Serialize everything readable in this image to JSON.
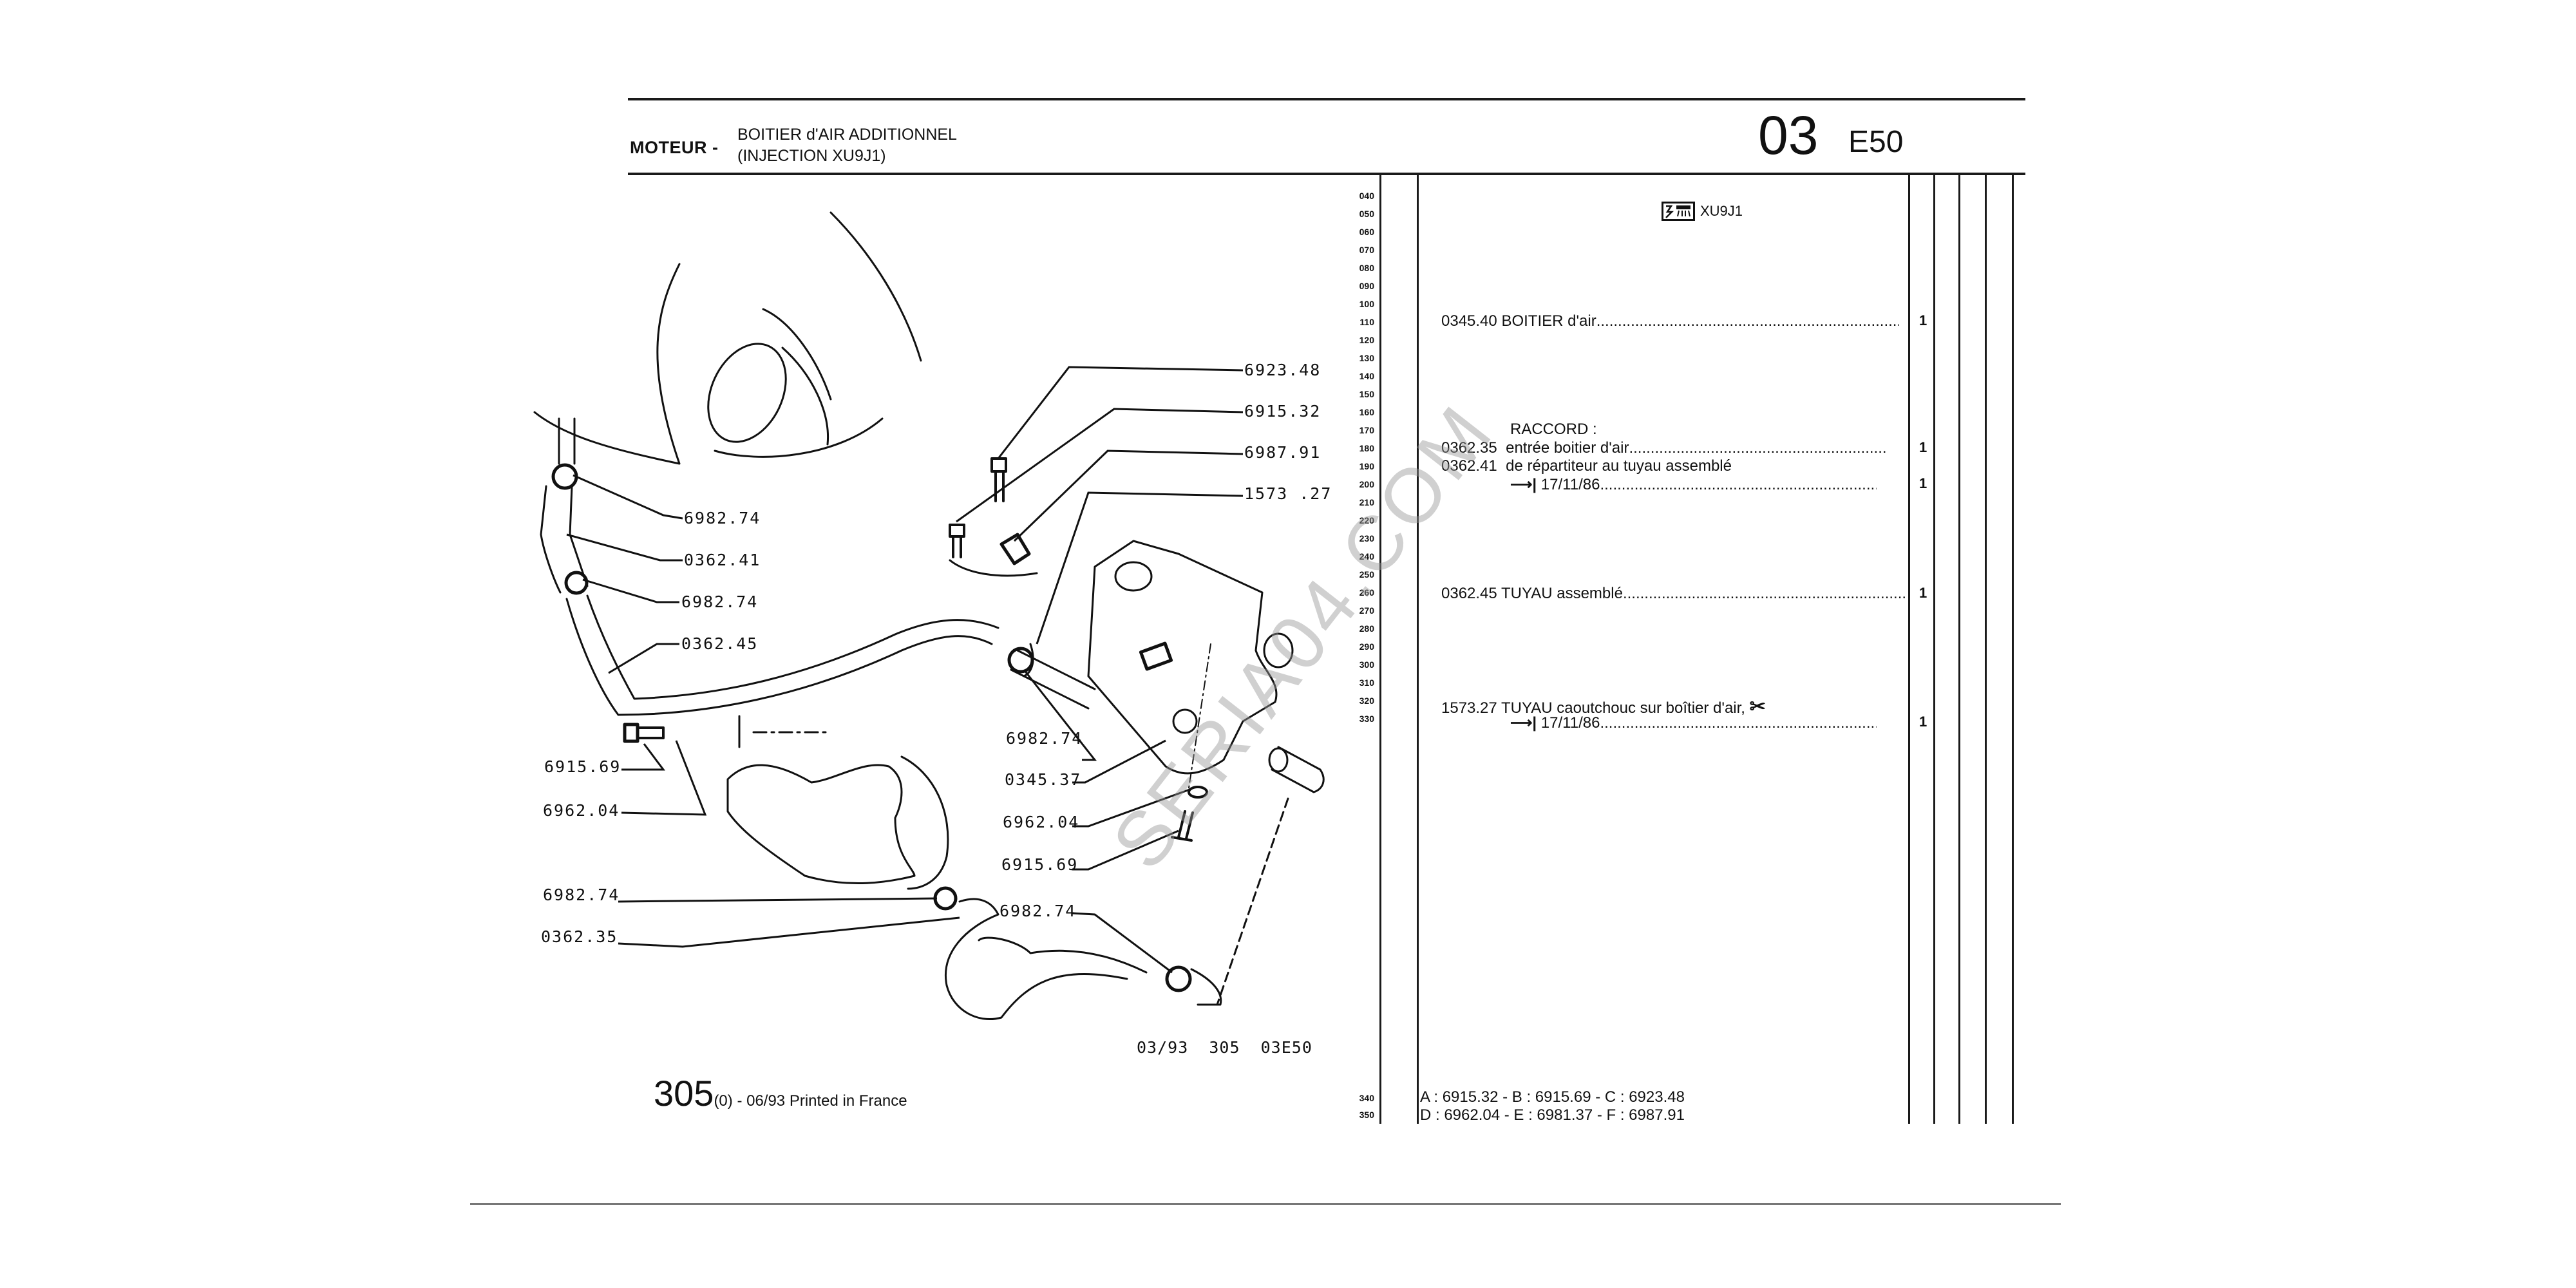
{
  "header": {
    "section": "MOTEUR -",
    "title_line1": "BOITIER d'AIR ADDITIONNEL",
    "title_line2": "(INJECTION XU9J1)",
    "group_number": "03",
    "plate_code": "E50"
  },
  "row_numbers": [
    "040",
    "050",
    "060",
    "070",
    "080",
    "090",
    "100",
    "110",
    "120",
    "130",
    "140",
    "150",
    "160",
    "170",
    "180",
    "190",
    "200",
    "210",
    "220",
    "230",
    "240",
    "250",
    "260",
    "270",
    "280",
    "290",
    "300",
    "310",
    "320",
    "330"
  ],
  "row_numbers_bottom": [
    "340",
    "350"
  ],
  "parts_list": {
    "engine_icon": "injection-engine-icon",
    "engine_label": "XU9J1",
    "items": [
      {
        "ref": "0345.40",
        "label": "BOITIER d'air",
        "qty": "1"
      },
      {
        "ref": "",
        "label": "RACCORD :",
        "qty": ""
      },
      {
        "ref": "0362.35",
        "label": "entrée boitier d'air",
        "qty": "1"
      },
      {
        "ref": "0362.41",
        "label": "de répartiteur au tuyau assemblé",
        "qty": ""
      },
      {
        "ref": "",
        "label": "17/11/86",
        "qty": "1",
        "until_arrow": "→|"
      },
      {
        "ref": "0362.45",
        "label": "TUYAU assemblé",
        "qty": "1"
      },
      {
        "ref": "1573.27",
        "label": "TUYAU caoutchouc sur boîtier d'air,",
        "qty": "",
        "cut_icon": "scissors-icon"
      },
      {
        "ref": "",
        "label": "17/11/86",
        "qty": "1",
        "until_arrow": "→|"
      }
    ],
    "legend_line1": "A : 6915.32 - B : 6915.69 - C : 6923.48",
    "legend_line2": "D : 6962.04 - E : 6981.37 - F : 6987.91"
  },
  "callouts": {
    "c_6923_48": "6923.48",
    "c_6915_32": "6915.32",
    "c_6987_91": "6987.91",
    "c_1573_27": "1573 .27",
    "c_6982_74_a": "6982.74",
    "c_0362_41": "0362.41",
    "c_6982_74_b": "6982.74",
    "c_0362_45": "0362.45",
    "c_6915_69_a": "6915.69",
    "c_6962_04_a": "6962.04",
    "c_6982_74_c": "6982.74",
    "c_0345_37": "0345.37",
    "c_6962_04_b": "6962.04",
    "c_6915_69_b": "6915.69",
    "c_6982_74_d": "6982.74",
    "c_0362_35": "0362.35",
    "c_6982_74_e": "6982.74"
  },
  "drawing_ref": "03/93  305  03E50",
  "footer": {
    "model": "305",
    "edition": "(0) - 06/93 Printed in France"
  },
  "watermark": "SERIA04.COM"
}
